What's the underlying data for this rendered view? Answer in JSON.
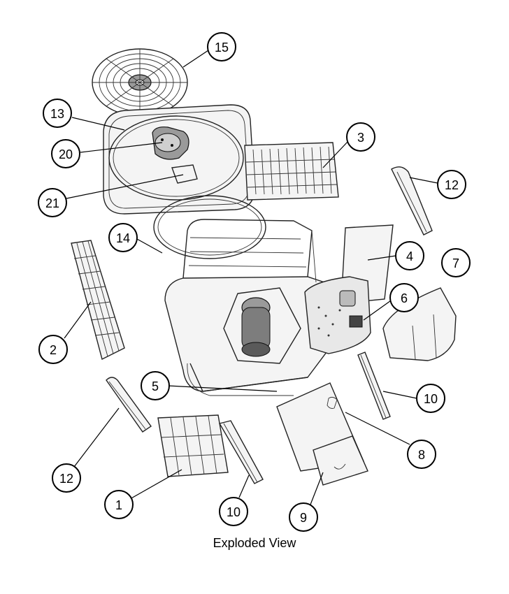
{
  "caption": "Exploded View",
  "callouts": [
    {
      "label": "15"
    },
    {
      "label": "13"
    },
    {
      "label": "20"
    },
    {
      "label": "3"
    },
    {
      "label": "21"
    },
    {
      "label": "12"
    },
    {
      "label": "14"
    },
    {
      "label": "4"
    },
    {
      "label": "7"
    },
    {
      "label": "6"
    },
    {
      "label": "2"
    },
    {
      "label": "5"
    },
    {
      "label": "10"
    },
    {
      "label": "8"
    },
    {
      "label": "12"
    },
    {
      "label": "1"
    },
    {
      "label": "10"
    },
    {
      "label": "9"
    }
  ]
}
